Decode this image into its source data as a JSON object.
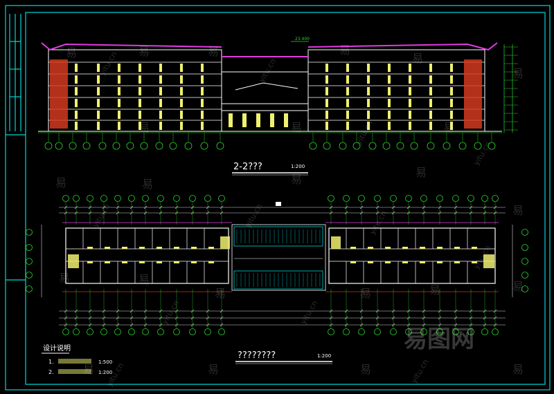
{
  "drawing": {
    "section_title": "2-2???",
    "section_scale": "1:200",
    "plan_title": "????????",
    "plan_scale": "1:200",
    "elevation_top_label": "23.400",
    "notes": {
      "heading": "设计说明",
      "items": [
        {
          "num": "1.",
          "scale": "1:500"
        },
        {
          "num": "2.",
          "scale": "1:200"
        }
      ]
    }
  },
  "colors": {
    "background": "#000000",
    "frame": "#00d8d8",
    "wall": "#ffffff",
    "window": "#f0f070",
    "roof": "#e23be2",
    "grid": "#2bd82b",
    "brick": "#d23a1e",
    "axis_bubble": "#2bd82b",
    "dimension": "#d8d8d8",
    "watermark": "#ffffff"
  },
  "watermark": {
    "char": "易",
    "site": "yitu.cn",
    "logo": "易图网"
  }
}
